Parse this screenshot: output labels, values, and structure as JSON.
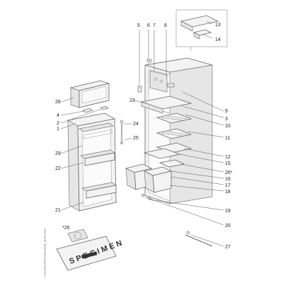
{
  "callouts": [
    "5",
    "6",
    "7",
    "8",
    "13",
    "14",
    "28",
    "23",
    "9",
    "3",
    "10",
    "11",
    "4",
    "2",
    "1",
    "24",
    "25",
    "29",
    "22",
    "12",
    "15",
    "26*",
    "16",
    "17",
    "18",
    "21",
    "19",
    "20",
    "27"
  ],
  "note": "*26",
  "stamp": "SPECIMEN",
  "side_code": "LF/CM/P4/FDT/Rotated_2018-010"
}
